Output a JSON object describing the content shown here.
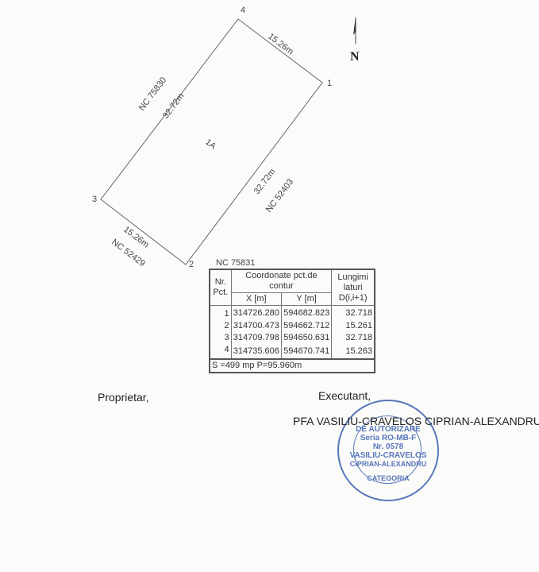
{
  "plan": {
    "parcel_label": "1A",
    "north": "N",
    "points": [
      "1",
      "2",
      "3",
      "4"
    ],
    "sides": {
      "top": "15.26m",
      "right": "32.72m",
      "left": "32.72m",
      "bottom": "15.26m"
    },
    "neighbors": {
      "left": "NC 75830",
      "right": "NC 52403",
      "bottom": "NC 52429",
      "table": "NC 75831"
    }
  },
  "table": {
    "headers": {
      "nr": "Nr. Pct.",
      "coords": "Coordonate pct.de contur",
      "x": "X [m]",
      "y": "Y [m]",
      "len": "Lungimi laturi D(i,i+1)"
    },
    "rows": [
      {
        "nr": "1",
        "x": "314726.280",
        "y": "594682.823",
        "d": "32.718"
      },
      {
        "nr": "2",
        "x": "314700.473",
        "y": "594662.712",
        "d": "15.261"
      },
      {
        "nr": "3",
        "x": "314709.798",
        "y": "594650.631",
        "d": "32.718"
      },
      {
        "nr": "4",
        "x": "314735.606",
        "y": "594670.741",
        "d": "15.263"
      }
    ],
    "footer": "S =499 mp  P=95.960m"
  },
  "signatures": {
    "owner": "Proprietar,",
    "executor": "Executant,",
    "executor_name": "PFA VASILIU-CRAVELOS CIPRIAN-ALEXANDRU"
  },
  "stamp": {
    "lines": [
      "DE AUTORIZARE",
      "Seria RO-MB-F",
      "Nr. 0578",
      "VASILIU-CRAVELOS",
      "CIPRIAN-ALEXANDRU",
      "CATEGORIA"
    ],
    "color": "#3b5fb0"
  }
}
